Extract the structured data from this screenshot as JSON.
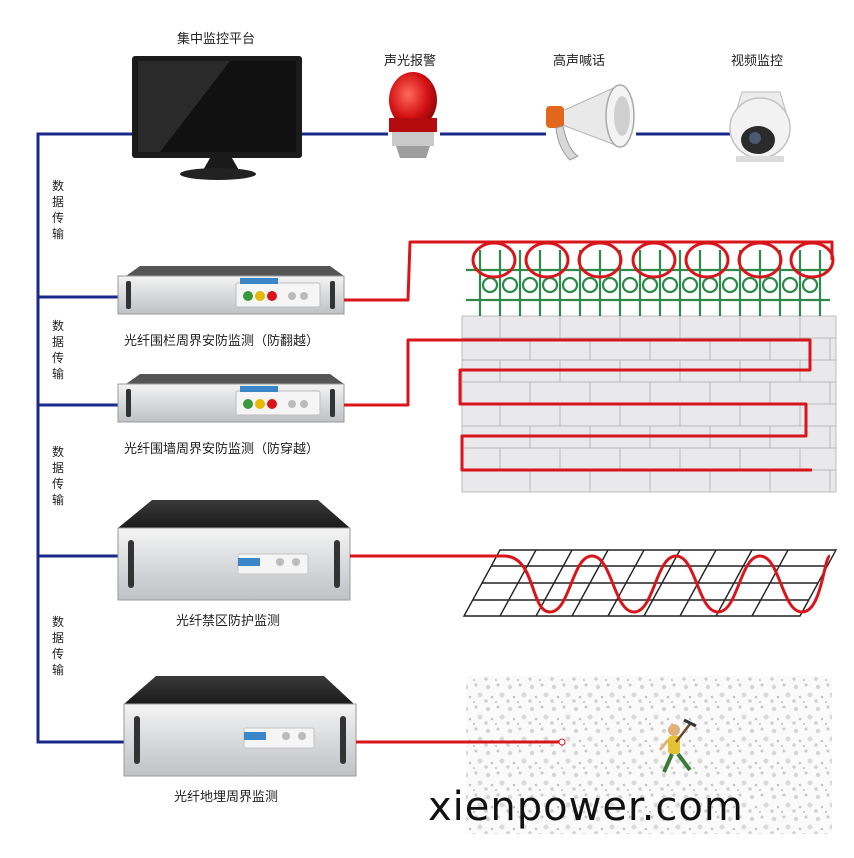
{
  "labels": {
    "monitor": "集中监控平台",
    "alarm": "声光报警",
    "speaker": "高声喊话",
    "camera": "视频监控",
    "device1": "光纤围栏周界安防监测（防翻越）",
    "device2": "光纤围墙周界安防监测（防穿越）",
    "device3": "光纤禁区防护监测",
    "device4": "光纤地埋周界监测",
    "transfer": [
      "数",
      "据",
      "传",
      "输"
    ]
  },
  "watermark": "xienpower.com",
  "colors": {
    "bus_line": "#1a2a8c",
    "fiber": "#d9141b",
    "fence_green": "#2d8a4a",
    "wall": "#e7e7e9",
    "panel_blue": "#3a86c8"
  },
  "icons": [
    "monitor-icon",
    "alarm-light-icon",
    "megaphone-icon",
    "dome-camera-icon",
    "rack-device-icon",
    "intruder-icon"
  ]
}
